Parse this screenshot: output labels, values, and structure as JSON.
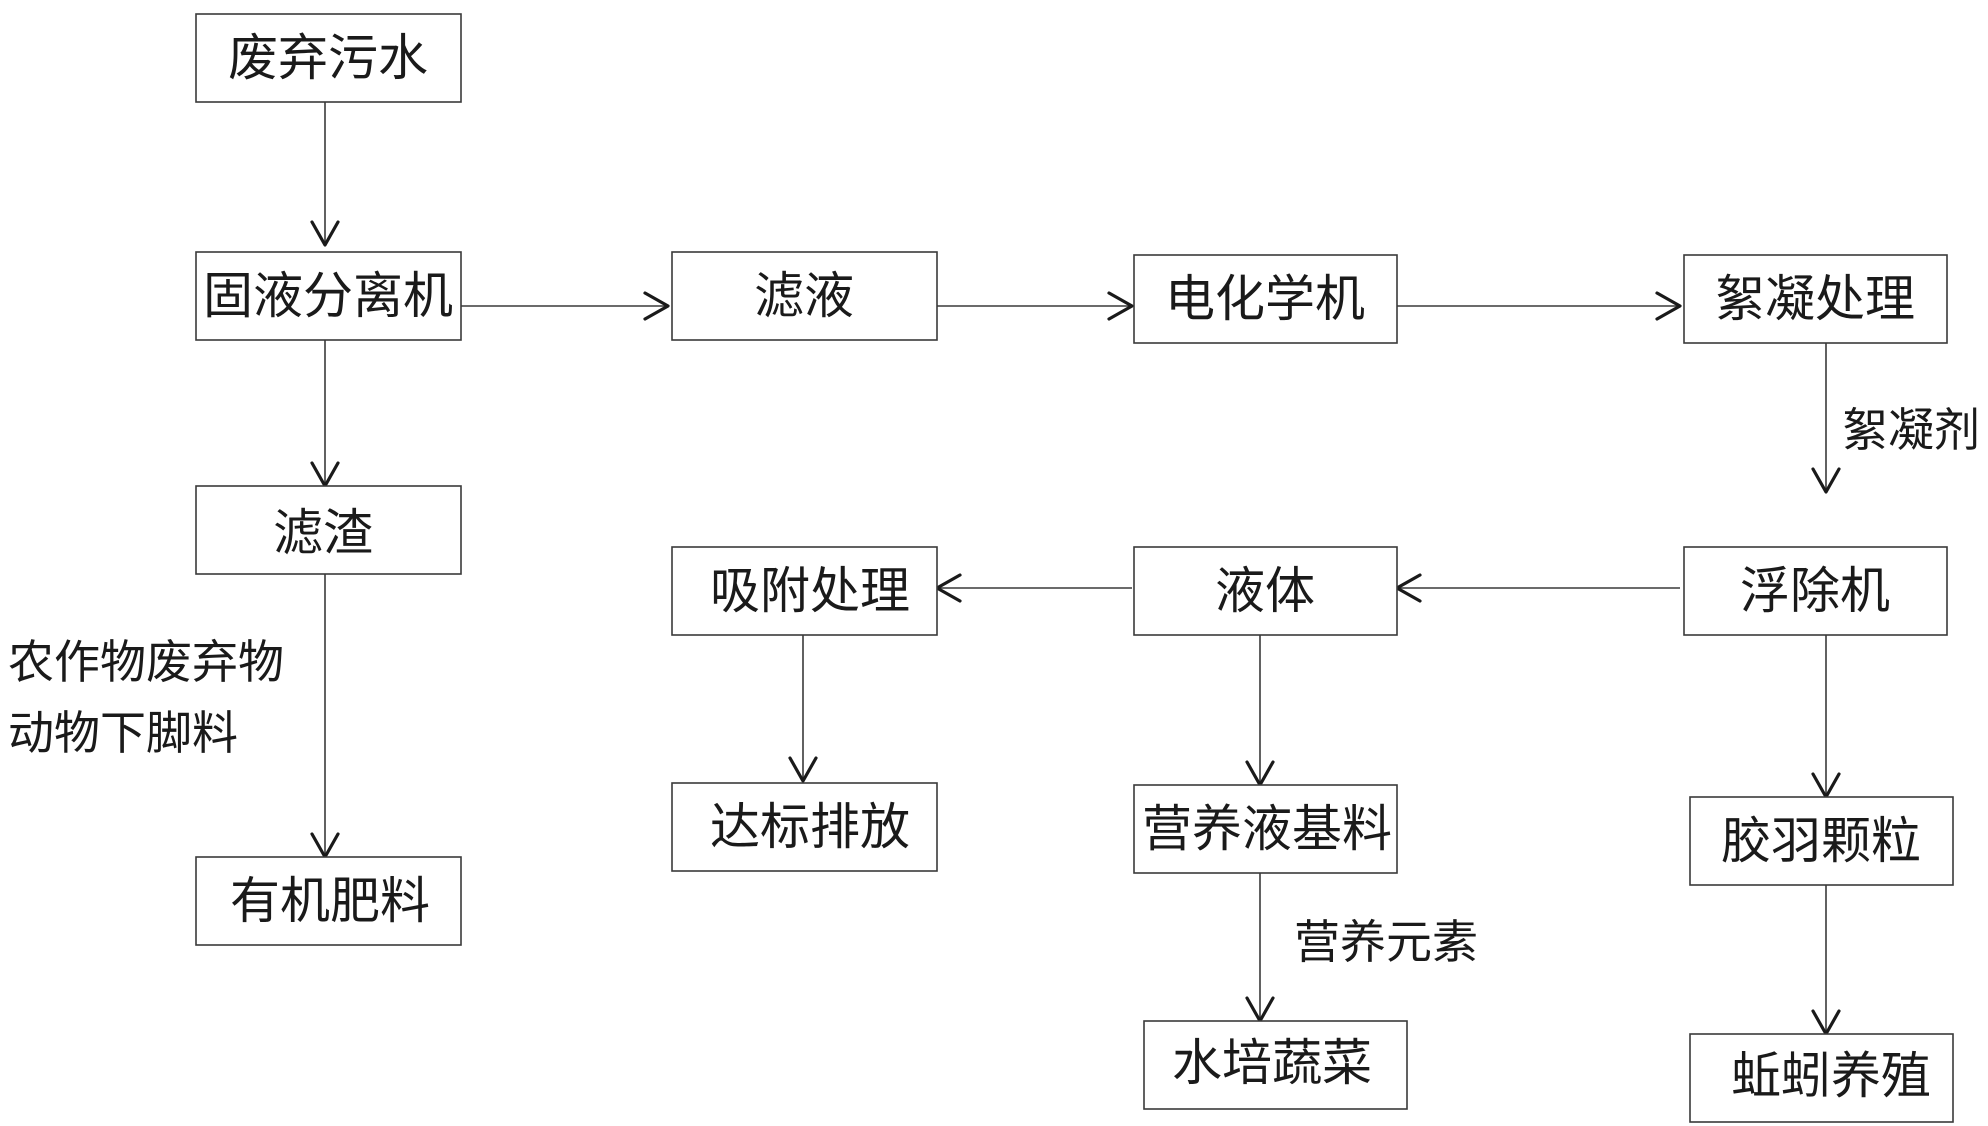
{
  "nodes": {
    "wastewater": "废弃污水",
    "separator": "固液分离机",
    "filtrate": "滤液",
    "electrochem": "电化学机",
    "flocculation": "絮凝处理",
    "residue": "滤渣",
    "adsorption": "吸附处理",
    "liquid": "液体",
    "flotation": "浮除机",
    "discharge": "达标排放",
    "nutrient_base": "营养液基料",
    "floc_particles": "胶羽颗粒",
    "organic_fertilizer": "有机肥料",
    "hydroponic": "水培蔬菜",
    "earthworm": "蚯蚓养殖"
  },
  "labels": {
    "flocculant": "絮凝剂",
    "nutrients": "营养元素",
    "crop_waste": "农作物废弃物",
    "animal_waste": "动物下脚料"
  },
  "colors": {
    "stroke": "#3a3a3a",
    "text": "#1a1a1a",
    "background": "#ffffff"
  }
}
